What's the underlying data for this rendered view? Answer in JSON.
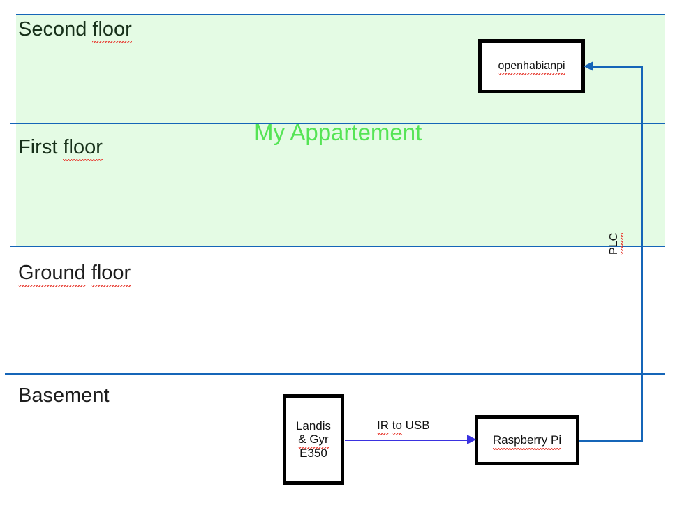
{
  "diagram": {
    "title": "My Appartement",
    "title_color": "#55e455",
    "background_color": "#ffffff",
    "apartment_fill_color": "#e4fbe4",
    "divider_color": "#1565b8"
  },
  "floors": [
    {
      "id": "second",
      "label": "Second floor",
      "inside_apartment": true
    },
    {
      "id": "first",
      "label": "First floor",
      "inside_apartment": true
    },
    {
      "id": "ground",
      "label": "Ground floor",
      "inside_apartment": false
    },
    {
      "id": "basement",
      "label": "Basement",
      "inside_apartment": false
    }
  ],
  "nodes": [
    {
      "id": "openhabianpi",
      "label": "openhabianpi",
      "floor": "second",
      "border_color": "#000000",
      "fill_color": "#ffffff"
    },
    {
      "id": "landis",
      "label_line1": "Landis",
      "label_line2": "& Gyr",
      "label_line3": "E350",
      "floor": "basement",
      "border_color": "#000000",
      "fill_color": "#ffffff"
    },
    {
      "id": "raspberry",
      "label": "Raspberry Pi",
      "floor": "basement",
      "border_color": "#000000",
      "fill_color": "#ffffff"
    }
  ],
  "connections": [
    {
      "id": "ir-to-usb",
      "label": "IR to USB",
      "from": "landis",
      "to": "raspberry",
      "color": "#3a32e0",
      "arrow": "to"
    },
    {
      "id": "plc",
      "label": "PLC",
      "from": "raspberry",
      "to": "openhabianpi",
      "color": "#1565b8",
      "arrow": "to",
      "orientation": "vertical-label"
    }
  ]
}
